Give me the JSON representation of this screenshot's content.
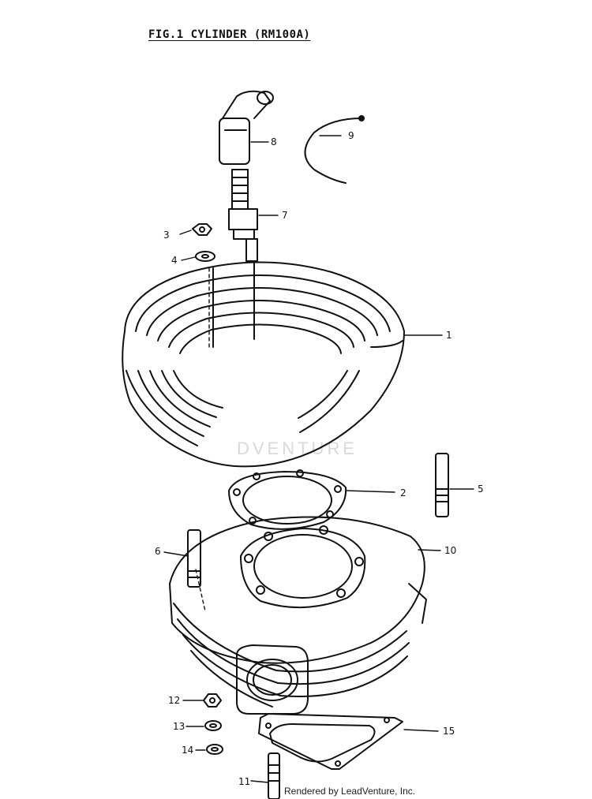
{
  "figure_title": "FIG.1  CYLINDER (RM100A)",
  "footer_credit": "Rendered by LeadVenture, Inc.",
  "watermark": "DVENTURE",
  "callouts": [
    "1",
    "2",
    "3",
    "4",
    "5",
    "6",
    "7",
    "8",
    "9",
    "10",
    "11",
    "12",
    "13",
    "14",
    "15"
  ],
  "colors": {
    "ink": "#111111",
    "paper": "#ffffff",
    "watermark": "#d9d9d9"
  }
}
